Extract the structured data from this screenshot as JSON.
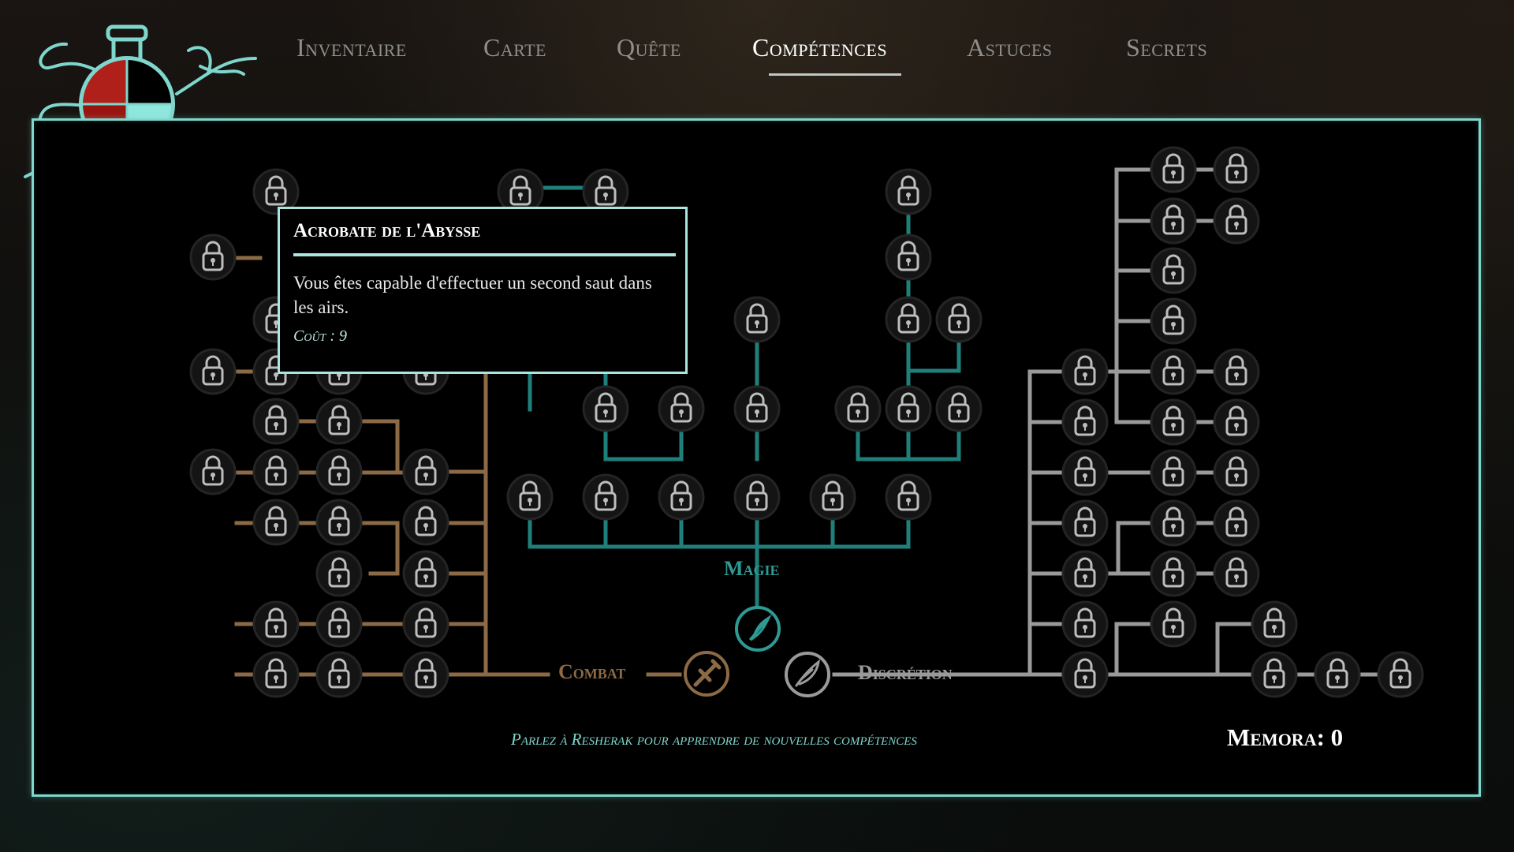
{
  "tabs": [
    {
      "label": "Inventaire",
      "active": false
    },
    {
      "label": "Carte",
      "active": false
    },
    {
      "label": "Quête",
      "active": false
    },
    {
      "label": "Compétences",
      "active": true
    },
    {
      "label": "Astuces",
      "active": false
    },
    {
      "label": "Secrets",
      "active": false
    }
  ],
  "trees": {
    "magie": {
      "label": "Magie",
      "color": "#2e9a94"
    },
    "combat": {
      "label": "Combat",
      "color": "#8c6a46"
    },
    "discretion": {
      "label": "Discrétion",
      "color": "#9a9a9a"
    }
  },
  "tooltip": {
    "title": "Acrobate de l'Abysse",
    "description": "Vous êtes capable d'effectuer un second saut dans les airs.",
    "cost": "Coût : 9"
  },
  "hint": "Parlez à Resherak pour apprendre de nouvelles compétences",
  "memora": "Memora: 0",
  "colors": {
    "frame": "#7fd6cc",
    "magic_line": "#1f7f7a",
    "combat_line": "#8c6a46",
    "stealth_line": "#9a9a9a",
    "locked_node": "#bdbdbd"
  },
  "icons": {
    "locked_skill": "padlock-icon",
    "magie": "quill-icon",
    "combat": "sword-icon",
    "discretion": "feather-icon",
    "health_flask": "flask-icon"
  }
}
